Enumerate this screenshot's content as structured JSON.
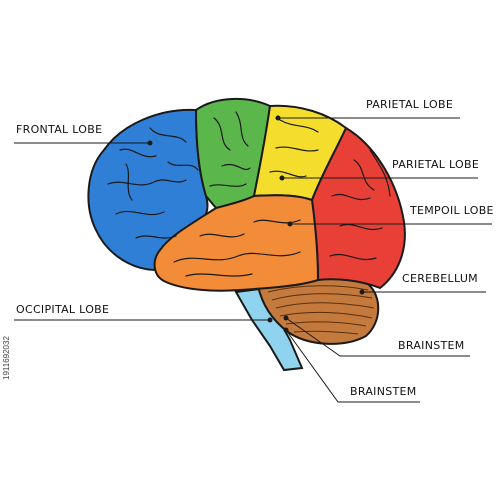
{
  "labels": {
    "frontal": "FRONTAL LOBE",
    "parietal_top": "PARIETAL LOBE",
    "parietal_mid": "PARIETAL LOBE",
    "tempoil": "TEMPOIL LOBE",
    "cerebellum": "CEREBELLUM",
    "occipital": "OCCIPITAL LOBE",
    "brainstem_1": "BRAINSTEM",
    "brainstem_2": "BRAINSTEM"
  },
  "watermark_id": "1911692032",
  "colors": {
    "frontal": "#2f7fd6",
    "green_lobe": "#5bb74b",
    "yellow_lobe": "#f5dd2e",
    "red_lobe": "#e84037",
    "orange_lobe": "#f28c38",
    "cerebellum": "#c57a3d",
    "brainstem": "#8fd3ee",
    "outline": "#1a1a1a"
  }
}
